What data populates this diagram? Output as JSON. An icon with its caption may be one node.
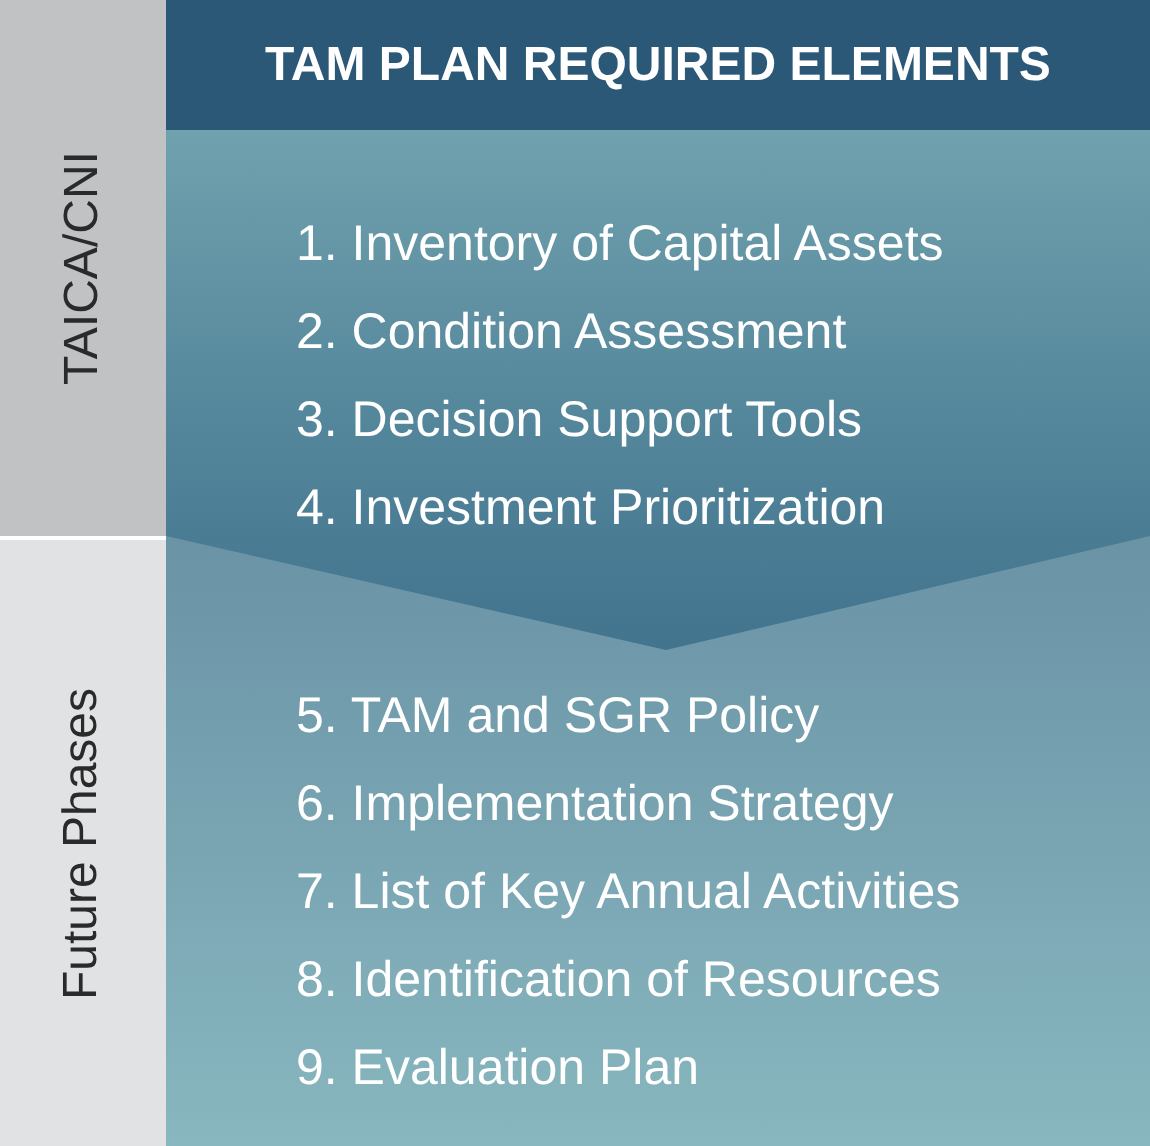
{
  "diagram": {
    "nodes": [
      {
        "text": [
          "TAM PLAN REQUIRED ELEMENTS"
        ]
      },
      {
        "text": [
          "TAICA/CNI"
        ]
      },
      {
        "text": [
          "1. Inventory of Capital Assets",
          "2. Condition Assessment",
          "3. Decision Support Tools",
          "4. Investment Prioritization"
        ]
      },
      {
        "text": [
          "Future Phases"
        ]
      },
      {
        "text": [
          "5. TAM and SGR Policy",
          "6. Implementation Strategy",
          "7. List of Key Annual Activities",
          "8. Identification of Resources",
          "9. Evaluation Plan"
        ]
      }
    ]
  }
}
